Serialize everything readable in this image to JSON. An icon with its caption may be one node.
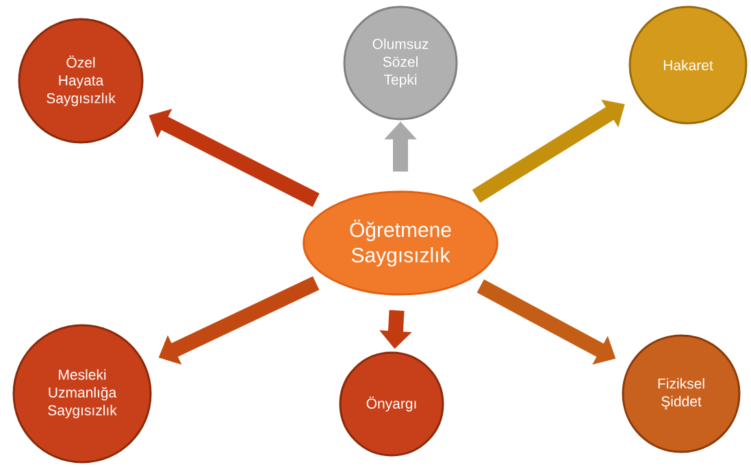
{
  "diagram": {
    "nodes": [
      {
        "text": [
          "Öğretmene Saygısızlık"
        ]
      },
      {
        "text": [
          "Özel Hayata Saygısızlık"
        ]
      },
      {
        "text": [
          "Olumsuz Sözel Tepki"
        ]
      },
      {
        "text": [
          "Hakaret"
        ]
      },
      {
        "text": [
          "Mesleki Uzmanlığa Saygısızlık"
        ]
      },
      {
        "text": [
          "Önyargı"
        ]
      },
      {
        "text": [
          "Fiziksel Şiddet"
        ]
      }
    ],
    "edges": [
      {
        "from": 0,
        "to": 1,
        "arrow": "to",
        "color": "#c0360f"
      },
      {
        "from": 0,
        "to": 2,
        "arrow": "to",
        "color": "#a9a9a9"
      },
      {
        "from": 0,
        "to": 3,
        "arrow": "to",
        "color": "#c4900e"
      },
      {
        "from": 0,
        "to": 4,
        "arrow": "to",
        "color": "#c24a12"
      },
      {
        "from": 0,
        "to": 5,
        "arrow": "to",
        "color": "#c23c10"
      },
      {
        "from": 0,
        "to": 6,
        "arrow": "to",
        "color": "#c45e16"
      }
    ]
  }
}
